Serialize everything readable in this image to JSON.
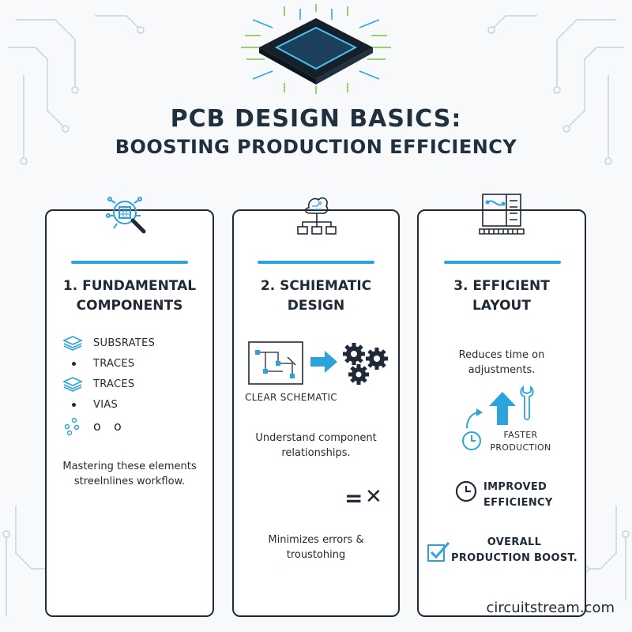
{
  "header": {
    "title": "PCB DESIGN BASICS:",
    "subtitle": "BOOSTING PRODUCTION EFFICIENCY"
  },
  "cards": [
    {
      "title_line1": "1. FUNDAMENTAL",
      "title_line2": "COMPONENTS",
      "items": [
        "SUBSRATES",
        "TRACES",
        "TRACES",
        "VIAS"
      ],
      "vias_marks": "o  o",
      "summary_line1": "Mastering these elements",
      "summary_line2": "streelnlines workflow."
    },
    {
      "title_line1": "2. SCHIEMATIC",
      "title_line2": "DESIGN",
      "diagram_label": "CLEAR SCHEMATIC",
      "desc_line1": "Understand component",
      "desc_line2": "relationships.",
      "equals_symbol": "=",
      "x_symbol": "✕",
      "bottom_line1": "Minimizes errors &",
      "bottom_line2": "troustohing"
    },
    {
      "title_line1": "3. EFFICIENT",
      "title_line2": "LAYOUT",
      "desc_line1": "Reduces time on",
      "desc_line2": "adjustments.",
      "faster_line1": "FASTER",
      "faster_line2": "PRODUCTION",
      "improved_line1": "IMPROVED",
      "improved_line2": "EFFICIENCY",
      "overall_line1": "OVERALL",
      "overall_line2": "PRODUCTION BOOST."
    }
  ],
  "footer": {
    "site": "circuitstream.com"
  },
  "colors": {
    "accent": "#2ca3dc",
    "dark": "#1f2a36",
    "green": "#7bc143"
  },
  "icons": [
    "chip-icon",
    "magnifier-icon",
    "brain-flow-icon",
    "layout-board-icon",
    "layers-icon",
    "gears-icon",
    "arrow-right-icon",
    "clock-icon",
    "wrench-icon",
    "checkbox-icon"
  ]
}
